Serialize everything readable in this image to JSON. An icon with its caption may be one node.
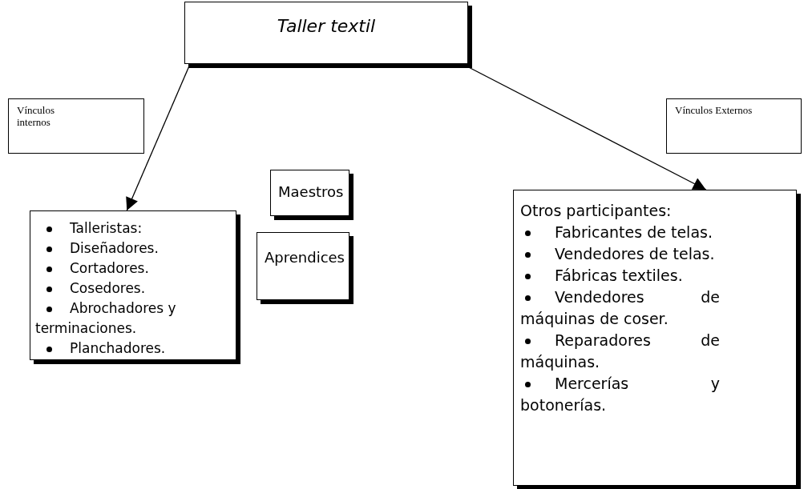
{
  "diagram": {
    "nodes": [
      {
        "text": [
          "Taller textil"
        ]
      },
      {
        "text": [
          "Vínculos internos"
        ]
      },
      {
        "text": [
          "Vínculos Externos"
        ]
      },
      {
        "text": [
          "Maestros"
        ]
      },
      {
        "text": [
          "Aprendices"
        ]
      },
      {
        "text": [
          "Talleristas:",
          "Diseñadores.",
          "Cortadores.",
          "Cosedores.",
          "Abrochadores y terminaciones.",
          "Planchadores."
        ]
      },
      {
        "text": [
          "Otros participantes:",
          "Fabricantes de telas.",
          "Vendedores de telas.",
          "Fábricas textiles.",
          "Vendedores de máquinas de coser.",
          "Reparadores de máquinas.",
          "Mercerías y botonerías."
        ]
      }
    ],
    "edges": [
      {
        "from": 0,
        "to": 5,
        "arrow": "to"
      },
      {
        "from": 0,
        "to": 6,
        "arrow": "to"
      }
    ]
  }
}
